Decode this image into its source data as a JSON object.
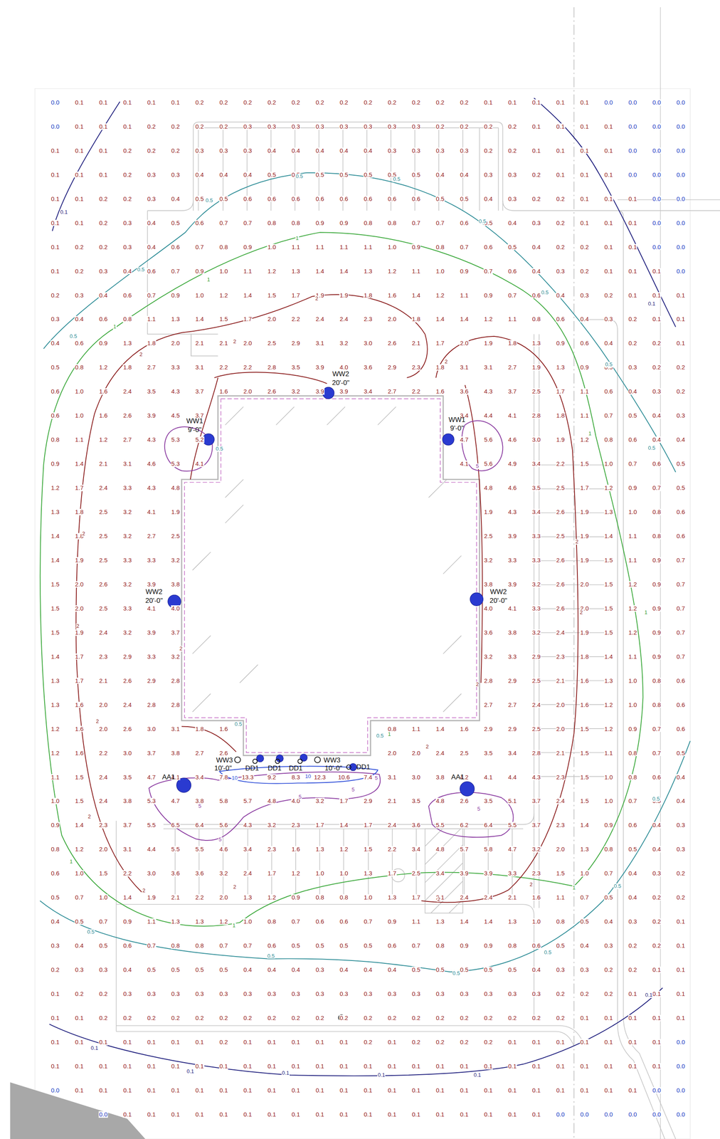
{
  "diagram": {
    "labels": [
      "0.0",
      "0.1",
      "0.1",
      "0.1",
      "0.1",
      "0.1",
      "0.2",
      "0.2",
      "0.2",
      "0.2",
      "0.2",
      "0.2",
      "0.2",
      "0.2",
      "0.2",
      "0.2",
      "0.2",
      "0.2",
      "0.1",
      "0.1",
      "0.1",
      "0.1",
      "0.1",
      "0.0",
      "0.0",
      "0.0",
      "0.0",
      "0.0",
      "0.1",
      "0.1",
      "0.1",
      "0.2",
      "0.2",
      "0.2",
      "0.2",
      "0.3",
      "0.3",
      "0.3",
      "0.3",
      "0.3",
      "0.3",
      "0.3",
      "0.3",
      "0.2",
      "0.2",
      "0.2",
      "0.2",
      "0.1",
      "0.1",
      "0.1",
      "0.1",
      "0.0",
      "0.0",
      "0.0",
      "0.1",
      "0.1",
      "0.1",
      "0.2",
      "0.2",
      "0.2",
      "0.3",
      "0.3",
      "0.3",
      "0.4",
      "0.4",
      "0.4",
      "0.4",
      "0.4",
      "0.3",
      "0.3",
      "0.3",
      "0.3",
      "0.2",
      "0.2",
      "0.1",
      "0.1",
      "0.1",
      "0.1",
      "0.0",
      "0.0",
      "0.0",
      "0.1",
      "0.1",
      "0.1",
      "0.2",
      "0.3",
      "0.3",
      "0.4",
      "0.4",
      "0.4",
      "0.5",
      "0.5",
      "0.5",
      "0.5",
      "0.5",
      "0.5",
      "0.5",
      "0.4",
      "0.4",
      "0.3",
      "0.3",
      "0.2",
      "0.1",
      "0.1",
      "0.1",
      "0.0",
      "0.0",
      "0.0",
      "0.1",
      "0.1",
      "0.2",
      "0.2",
      "0.3",
      "0.4",
      "0.5",
      "0.5",
      "0.6",
      "0.6",
      "0.6",
      "0.6",
      "0.6",
      "0.6",
      "0.6",
      "0.6",
      "0.5",
      "0.5",
      "0.4",
      "0.3",
      "0.2",
      "0.2",
      "0.1",
      "0.1",
      "0.1",
      "0.0",
      "0.0",
      "0.1",
      "0.1",
      "0.2",
      "0.3",
      "0.4",
      "0.5",
      "0.6",
      "0.7",
      "0.7",
      "0.8",
      "0.8",
      "0.9",
      "0.9",
      "0.8",
      "0.8",
      "0.7",
      "0.7",
      "0.6",
      "0.5",
      "0.4",
      "0.3",
      "0.2",
      "0.1",
      "0.1",
      "0.1",
      "0.0",
      "0.0",
      "0.1",
      "0.2",
      "0.2",
      "0.3",
      "0.4",
      "0.6",
      "0.7",
      "0.8",
      "0.9",
      "1.0",
      "1.1",
      "1.1",
      "1.1",
      "1.1",
      "1.0",
      "0.9",
      "0.8",
      "0.7",
      "0.6",
      "0.5",
      "0.4",
      "0.2",
      "0.2",
      "0.1",
      "0.1",
      "0.0",
      "0.0",
      "0.1",
      "0.2",
      "0.3",
      "0.4",
      "0.6",
      "0.7",
      "0.9",
      "1.0",
      "1.1",
      "1.2",
      "1.3",
      "1.4",
      "1.4",
      "1.3",
      "1.2",
      "1.1",
      "1.0",
      "0.9",
      "0.7",
      "0.6",
      "0.4",
      "0.3",
      "0.2",
      "0.1",
      "0.1",
      "0.1",
      "0.0",
      "0.2",
      "0.3",
      "0.4",
      "0.6",
      "0.7",
      "0.9",
      "1.0",
      "1.2",
      "1.4",
      "1.5",
      "1.7",
      "1.9",
      "1.9",
      "1.8",
      "1.6",
      "1.4",
      "1.2",
      "1.1",
      "0.9",
      "0.7",
      "0.6",
      "0.4",
      "0.3",
      "0.2",
      "0.1",
      "0.1",
      "0.1",
      "0.3",
      "0.4",
      "0.6",
      "0.8",
      "1.1",
      "1.3",
      "1.4",
      "1.5",
      "1.7",
      "2.0",
      "2.2",
      "2.4",
      "2.4",
      "2.3",
      "2.0",
      "1.8",
      "1.4",
      "1.4",
      "1.2",
      "1.1",
      "0.8",
      "0.6",
      "0.4",
      "0.3",
      "0.2",
      "0.1",
      "0.1",
      "0.4",
      "0.6",
      "0.9",
      "1.3",
      "1.8",
      "2.0",
      "2.1",
      "2.1",
      "2.0",
      "2.5",
      "2.9",
      "3.1",
      "3.2",
      "3.0",
      "2.6",
      "2.1",
      "1.7",
      "2.0",
      "1.9",
      "1.8",
      "1.3",
      "0.9",
      "0.6",
      "0.4",
      "0.2",
      "0.2",
      "0.1",
      "0.5",
      "0.8",
      "1.2",
      "1.8",
      "2.7",
      "3.3",
      "3.1",
      "2.2",
      "2.2",
      "2.8",
      "3.5",
      "3.9",
      "4.0",
      "3.6",
      "2.9",
      "2.3",
      "1.8",
      "3.1",
      "3.1",
      "2.7",
      "1.9",
      "1.3",
      "0.9",
      "0.5",
      "0.3",
      "0.2",
      "0.2",
      "0.6",
      "1.0",
      "1.6",
      "2.4",
      "3.5",
      "4.3",
      "3.7",
      "1.6",
      "2.0",
      "2.6",
      "3.2",
      "3.9",
      "3.9",
      "3.4",
      "2.7",
      "2.2",
      "1.6",
      "3.6",
      "4.3",
      "3.7",
      "2.5",
      "1.7",
      "1.1",
      "0.6",
      "0.4",
      "0.3",
      "0.2",
      "0.6",
      "1.0",
      "1.6",
      "2.6",
      "3.9",
      "4.5",
      "3.7",
      "3.4",
      "4.4",
      "4.1",
      "2.8",
      "1.8",
      "1.1",
      "0.7",
      "0.5",
      "0.4",
      "0.3",
      "0.8",
      "1.1",
      "1.2",
      "2.7",
      "4.3",
      "5.3",
      "5.2",
      "4.7",
      "5.6",
      "4.6",
      "3.0",
      "1.9",
      "1.2",
      "0.8",
      "0.6",
      "0.4",
      "0.4",
      "0.9",
      "1.4",
      "2.1",
      "3.1",
      "4.6",
      "5.3",
      "4.1",
      "4.1",
      "5.6",
      "4.9",
      "3.4",
      "2.2",
      "1.5",
      "1.0",
      "0.7",
      "0.6",
      "0.5",
      "1.2",
      "1.7",
      "2.4",
      "3.3",
      "4.3",
      "4.8",
      "4.8",
      "4.6",
      "3.5",
      "2.5",
      "1.7",
      "1.2",
      "0.9",
      "0.7",
      "0.5",
      "1.3",
      "1.8",
      "2.5",
      "3.2",
      "4.1",
      "1.9",
      "1.9",
      "4.3",
      "3.4",
      "2.6",
      "1.9",
      "1.3",
      "1.0",
      "0.8",
      "0.6",
      "1.4",
      "1.8",
      "2.5",
      "3.2",
      "2.7",
      "2.5",
      "2.5",
      "3.9",
      "3.3",
      "2.5",
      "1.9",
      "1.4",
      "1.1",
      "0.8",
      "0.6",
      "1.4",
      "1.9",
      "2.5",
      "3.3",
      "3.3",
      "3.2",
      "3.2",
      "3.3",
      "3.3",
      "2.6",
      "1.9",
      "1.5",
      "1.1",
      "0.9",
      "0.7",
      "1.5",
      "2.0",
      "2.6",
      "3.2",
      "3.9",
      "3.8",
      "3.8",
      "3.9",
      "3.2",
      "2.6",
      "2.0",
      "1.5",
      "1.2",
      "0.9",
      "0.7",
      "1.5",
      "2.0",
      "2.5",
      "3.3",
      "4.1",
      "4.0",
      "4.0",
      "4.1",
      "3.3",
      "2.6",
      "2.0",
      "1.5",
      "1.2",
      "0.9",
      "0.7",
      "1.5",
      "1.9",
      "2.4",
      "3.2",
      "3.9",
      "3.7",
      "3.6",
      "3.8",
      "3.2",
      "2.4",
      "1.9",
      "1.5",
      "1.2",
      "0.9",
      "0.7",
      "1.4",
      "1.7",
      "2.3",
      "2.9",
      "3.3",
      "3.2",
      "3.2",
      "3.3",
      "2.9",
      "2.3",
      "1.8",
      "1.4",
      "1.1",
      "0.9",
      "0.7",
      "1.3",
      "1.7",
      "2.1",
      "2.6",
      "2.9",
      "2.8",
      "2.8",
      "2.9",
      "2.5",
      "2.1",
      "1.6",
      "1.3",
      "1.0",
      "0.8",
      "0.6",
      "1.3",
      "1.6",
      "2.0",
      "2.4",
      "2.8",
      "2.8",
      "2.7",
      "2.7",
      "2.4",
      "2.0",
      "1.6",
      "1.2",
      "1.0",
      "0.8",
      "0.6",
      "1.2",
      "1.6",
      "2.0",
      "2.6",
      "3.0",
      "3.1",
      "1.8",
      "1.6",
      "0.8",
      "1.1",
      "1.4",
      "1.6",
      "2.9",
      "2.9",
      "2.5",
      "2.0",
      "1.5",
      "1.2",
      "0.9",
      "0.7",
      "0.6",
      "1.2",
      "1.6",
      "2.2",
      "3.0",
      "3.7",
      "3.8",
      "2.7",
      "2.6",
      "2.0",
      "2.0",
      "2.4",
      "2.5",
      "3.5",
      "3.4",
      "2.8",
      "2.1",
      "1.5",
      "1.1",
      "0.8",
      "0.7",
      "0.5",
      "1.1",
      "1.5",
      "2.4",
      "3.5",
      "4.7",
      "4.1",
      "3.4",
      "7.8",
      "13.3",
      "9.2",
      "8.3",
      "12.3",
      "10.6",
      "7.4",
      "3.1",
      "3.0",
      "3.8",
      "4.2",
      "4.1",
      "4.4",
      "4.3",
      "2.3",
      "1.5",
      "1.0",
      "0.8",
      "0.6",
      "0.4",
      "1.0",
      "1.5",
      "2.4",
      "3.8",
      "5.3",
      "4.7",
      "3.8",
      "5.8",
      "5.7",
      "4.8",
      "4.0",
      "3.2",
      "1.7",
      "2.9",
      "2.1",
      "3.5",
      "4.8",
      "2.6",
      "3.5",
      "5.1",
      "3.7",
      "2.4",
      "1.5",
      "1.0",
      "0.7",
      "0.5",
      "0.4",
      "0.9",
      "1.4",
      "2.3",
      "3.7",
      "5.5",
      "6.5",
      "6.4",
      "5.6",
      "4.3",
      "3.2",
      "2.3",
      "1.7",
      "1.4",
      "1.7",
      "2.4",
      "3.6",
      "5.5",
      "6.2",
      "6.4",
      "5.5",
      "3.7",
      "2.3",
      "1.4",
      "0.9",
      "0.6",
      "0.4",
      "0.3",
      "0.8",
      "1.2",
      "2.0",
      "3.1",
      "4.4",
      "5.5",
      "5.5",
      "4.6",
      "3.4",
      "2.3",
      "1.6",
      "1.3",
      "1.2",
      "1.5",
      "2.2",
      "3.4",
      "4.8",
      "5.7",
      "5.8",
      "4.7",
      "3.2",
      "2.0",
      "1.3",
      "0.8",
      "0.5",
      "0.4",
      "0.3",
      "0.6",
      "1.0",
      "1.5",
      "2.2",
      "3.0",
      "3.6",
      "3.6",
      "3.2",
      "2.4",
      "1.7",
      "1.2",
      "1.0",
      "1.0",
      "1.3",
      "1.7",
      "2.5",
      "3.4",
      "3.9",
      "3.9",
      "3.3",
      "2.3",
      "1.5",
      "1.0",
      "0.7",
      "0.4",
      "0.3",
      "0.2",
      "0.5",
      "0.7",
      "1.0",
      "1.4",
      "1.9",
      "2.1",
      "2.2",
      "2.0",
      "1.3",
      "1.2",
      "0.9",
      "0.8",
      "0.8",
      "1.0",
      "1.3",
      "1.7",
      "2.1",
      "2.4",
      "2.4",
      "2.1",
      "1.6",
      "1.1",
      "0.7",
      "0.5",
      "0.4",
      "0.2",
      "0.2",
      "0.4",
      "0.5",
      "0.7",
      "0.9",
      "1.1",
      "1.3",
      "1.3",
      "1.2",
      "1.0",
      "0.8",
      "0.7",
      "0.6",
      "0.6",
      "0.7",
      "0.9",
      "1.1",
      "1.3",
      "1.4",
      "1.4",
      "1.3",
      "1.0",
      "0.8",
      "0.5",
      "0.4",
      "0.3",
      "0.2",
      "0.1",
      "0.3",
      "0.4",
      "0.5",
      "0.6",
      "0.7",
      "0.8",
      "0.8",
      "0.7",
      "0.7",
      "0.6",
      "0.5",
      "0.5",
      "0.5",
      "0.5",
      "0.6",
      "0.7",
      "0.8",
      "0.9",
      "0.9",
      "0.8",
      "0.6",
      "0.5",
      "0.4",
      "0.3",
      "0.2",
      "0.2",
      "0.1",
      "0.2",
      "0.3",
      "0.3",
      "0.4",
      "0.5",
      "0.5",
      "0.5",
      "0.5",
      "0.4",
      "0.4",
      "0.4",
      "0.3",
      "0.4",
      "0.4",
      "0.4",
      "0.5",
      "0.5",
      "0.5",
      "0.5",
      "0.5",
      "0.4",
      "0.3",
      "0.3",
      "0.2",
      "0.2",
      "0.1",
      "0.1",
      "0.1",
      "0.2",
      "0.2",
      "0.3",
      "0.3",
      "0.3",
      "0.3",
      "0.3",
      "0.3",
      "0.3",
      "0.3",
      "0.3",
      "0.3",
      "0.3",
      "0.3",
      "0.3",
      "0.3",
      "0.3",
      "0.3",
      "0.3",
      "0.3",
      "0.2",
      "0.2",
      "0.2",
      "0.1",
      "0.1",
      "0.1",
      "0.1",
      "0.1",
      "0.2",
      "0.2",
      "0.2",
      "0.2",
      "0.2",
      "0.2",
      "0.2",
      "0.2",
      "0.2",
      "0.2",
      "0.2",
      "0.2",
      "0.2",
      "0.2",
      "0.2",
      "0.2",
      "0.2",
      "0.2",
      "0.2",
      "0.2",
      "0.1",
      "0.1",
      "0.1",
      "0.1",
      "0.1",
      "0.1",
      "0.1",
      "0.1",
      "0.1",
      "0.1",
      "0.1",
      "0.1",
      "0.2",
      "0.1",
      "0.1",
      "0.1",
      "0.1",
      "0.1",
      "0.2",
      "0.1",
      "0.2",
      "0.2",
      "0.2",
      "0.2",
      "0.1",
      "0.1",
      "0.1",
      "0.1",
      "0.1",
      "0.1",
      "0.1",
      "0.0",
      "0.1",
      "0.1",
      "0.1",
      "0.1",
      "0.1",
      "0.1",
      "0.1",
      "0.1",
      "0.1",
      "0.1",
      "0.1",
      "0.1",
      "0.1",
      "0.1",
      "0.1",
      "0.1",
      "0.1",
      "0.1",
      "0.1",
      "0.1",
      "0.1",
      "0.1",
      "0.1",
      "0.1",
      "0.1",
      "0.1",
      "0.0",
      "0.0",
      "0.1",
      "0.1",
      "0.1",
      "0.1",
      "0.1",
      "0.1",
      "0.1",
      "0.1",
      "0.1",
      "0.1",
      "0.1",
      "0.1",
      "0.1",
      "0.1",
      "0.1",
      "0.1",
      "0.1",
      "0.1",
      "0.1",
      "0.1",
      "0.1",
      "0.1",
      "0.1",
      "0.1",
      "0.0",
      "0.0",
      "0.0",
      "0.1",
      "0.1",
      "0.1",
      "0.1",
      "0.1",
      "0.1",
      "0.1",
      "0.1",
      "0.1",
      "0.1",
      "0.1",
      "0.1",
      "0.1",
      "0.1",
      "0.1",
      "0.1",
      "0.1",
      "0.1",
      "0.0",
      "0.0",
      "0.0",
      "0.0",
      "0.0",
      "0.0",
      "WW2",
      "20'-0\"",
      "WW1",
      "9'-0\"",
      "WW1",
      "9'-0\"",
      "WW2",
      "20'-0\"",
      "WW2",
      "20'-0\"",
      "WW3",
      "10'-0\"",
      "DD1",
      "DD1",
      "DD1",
      "WW3",
      "10'-0\"",
      "DD1",
      "AA1",
      "AA1",
      "0.1",
      "0.1",
      "0.1",
      "0.1",
      "0.1",
      "0.1",
      "0.1",
      "0.1",
      "0.5",
      "0.5",
      "0.5",
      "0.5",
      "0.5",
      "0.5",
      "0.5",
      "0.5",
      "0.5",
      "0.5",
      "0.5",
      "0.5",
      "0.5",
      "0.5",
      "0.5",
      "0.5",
      "0.5",
      "0.5",
      "1",
      "1",
      "1",
      "1",
      "1",
      "1",
      "1",
      "1",
      "1",
      "2",
      "2",
      "2",
      "2",
      "2",
      "2",
      "2",
      "2",
      "2",
      "2",
      "2",
      "2",
      "2",
      "2",
      "2",
      "2",
      "2",
      "5",
      "5",
      "5",
      "5",
      "5",
      "5",
      "5",
      "10",
      "10"
    ]
  }
}
